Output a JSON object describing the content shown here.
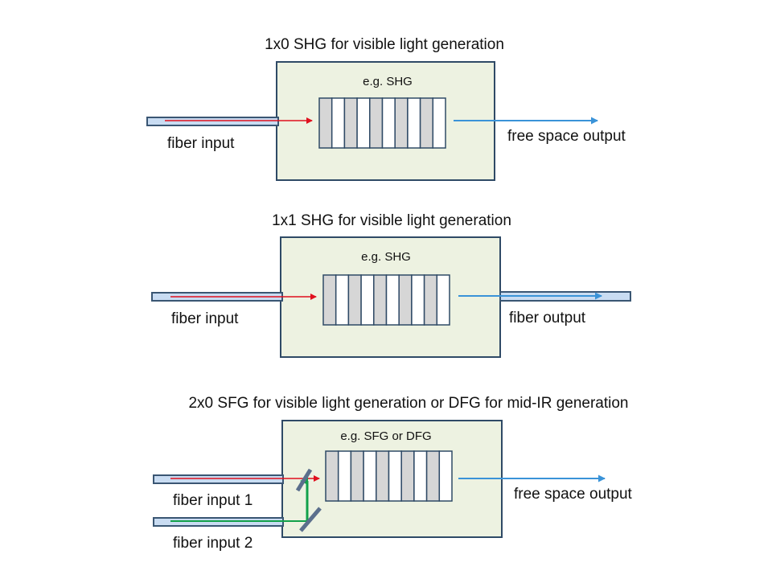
{
  "colors": {
    "box_fill": "#edf2e1",
    "box_stroke": "#2f4a66",
    "crystal_shaded": "#d6d6d6",
    "crystal_clear": "#ffffff",
    "fiber_fill": "#c9dcf2",
    "fiber_stroke": "#3a5673",
    "red": "#e0101e",
    "blue": "#3a93d8",
    "green": "#12a14a",
    "mirror": "#5b6f8c"
  },
  "panels": [
    {
      "title": "1x0 SHG for visible light generation",
      "process_label": "e.g. SHG",
      "inputs": [
        "fiber input"
      ],
      "output": "free space output"
    },
    {
      "title": "1x1 SHG for visible light generation",
      "process_label": "e.g. SHG",
      "inputs": [
        "fiber input"
      ],
      "output": "fiber output"
    },
    {
      "title": "2x0  SFG for visible light generation or DFG for mid-IR generation",
      "process_label": "e.g. SFG or DFG",
      "inputs": [
        "fiber input 1",
        "fiber input 2"
      ],
      "output": "free space output"
    }
  ]
}
